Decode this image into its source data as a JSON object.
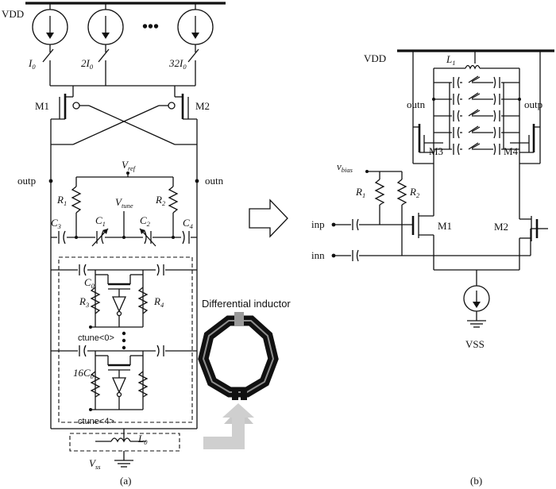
{
  "panel_a": {
    "vdd": "VDD",
    "currents": [
      "I",
      "2I",
      "32I"
    ],
    "current_sub": "0",
    "ellipsis": "•••",
    "m1": "M1",
    "m2": "M2",
    "outp": "outp",
    "outn": "outn",
    "vref": "V",
    "vref_sub": "ref",
    "vtune": "V",
    "vtune_sub": "tune",
    "r1": "R",
    "r1_sub": "1",
    "r2": "R",
    "r2_sub": "2",
    "r3": "R",
    "r3_sub": "3",
    "r4": "R",
    "r4_sub": "4",
    "c1": "C",
    "c1_sub": "1",
    "c2": "C",
    "c2_sub": "2",
    "c3": "C",
    "c3_sub": "3",
    "c4": "C",
    "c4_sub": "4",
    "c0": "C",
    "c0_sub": "0",
    "c16": "16C",
    "c16_sub": "0",
    "ctune0": "ctune<0>",
    "ctune4": "ctune<4>",
    "l0": "L",
    "l0_sub": "0",
    "vss": "V",
    "vss_sub": "ss",
    "caption": "(a)"
  },
  "inductor": {
    "title": "Differential inductor"
  },
  "panel_b": {
    "vdd": "VDD",
    "l1": "L",
    "l1_sub": "1",
    "outn": "outn",
    "outp": "outp",
    "m3": "M3",
    "m4": "M4",
    "m1": "M1",
    "m2": "M2",
    "vbias": "v",
    "vbias_sub": "bias",
    "r1": "R",
    "r1_sub": "1",
    "r2": "R",
    "r2_sub": "2",
    "inp": "inp",
    "inn": "inn",
    "vss": "VSS",
    "caption": "(b)"
  }
}
